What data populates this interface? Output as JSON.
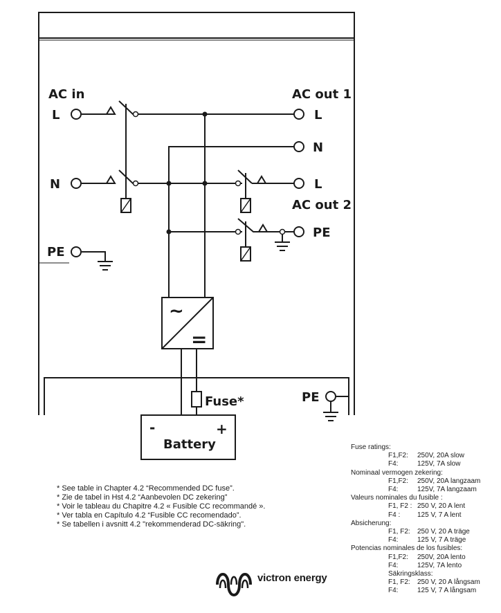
{
  "diagram": {
    "ac_in": "AC in",
    "ac_out_1": "AC out 1",
    "ac_out_2": "AC out 2",
    "terminal_L": "L",
    "terminal_N": "N",
    "terminal_PE": "PE",
    "inverter_ac_symbol": "~",
    "inverter_dc_symbol": "=",
    "fuse_label": "Fuse*",
    "battery_label": "Battery",
    "battery_minus": "-",
    "battery_plus": "+"
  },
  "footnotes": [
    "* See table in Chapter 4.2 “Recommended DC fuse”.",
    "* Zie de tabel in Hst 4.2 “Aanbevolen DC zekering”",
    "* Voir le tableau du Chapitre 4.2 « Fusible CC recommandé ».",
    "* Ver tabla en Capítulo 4.2 “Fusible CC recomendado”.",
    "* Se tabellen i avsnitt 4.2 \"rekommenderad DC-säkring\"."
  ],
  "fuse_ratings": [
    {
      "heading": "Fuse ratings:",
      "f12_key": "F1,F2:",
      "f12_val": "250V, 20A slow",
      "f4_key": "F4:",
      "f4_val": "125V, 7A slow"
    },
    {
      "heading": "Nominaal vermogen zekering:",
      "f12_key": "F1,F2:",
      "f12_val": "250V, 20A langzaam",
      "f4_key": "F4:",
      "f4_val": "125V, 7A langzaam"
    },
    {
      "heading": "Valeurs nominales du fusible :",
      "f12_key": "F1, F2 :",
      "f12_val": "250 V, 20 A lent",
      "f4_key": "F4 :",
      "f4_val": "125 V, 7 A lent"
    },
    {
      "heading": "Absicherung:",
      "f12_key": "F1, F2:",
      "f12_val": "250 V, 20 A träge",
      "f4_key": "F4:",
      "f4_val": "125 V, 7 A träge"
    },
    {
      "heading": "Potencias nominales de los fusibles:",
      "f12_key": "F1,F2:",
      "f12_val": "250V, 20A lento",
      "f4_key": "F4:",
      "f4_val": "125V, 7A lento"
    },
    {
      "heading": "Säkringsklass:",
      "f12_key": "F1, F2:",
      "f12_val": "250 V, 20 A långsam",
      "f4_key": "F4:",
      "f4_val": "125 V, 7 A långsam"
    }
  ],
  "brand": {
    "name": "victron energy"
  }
}
